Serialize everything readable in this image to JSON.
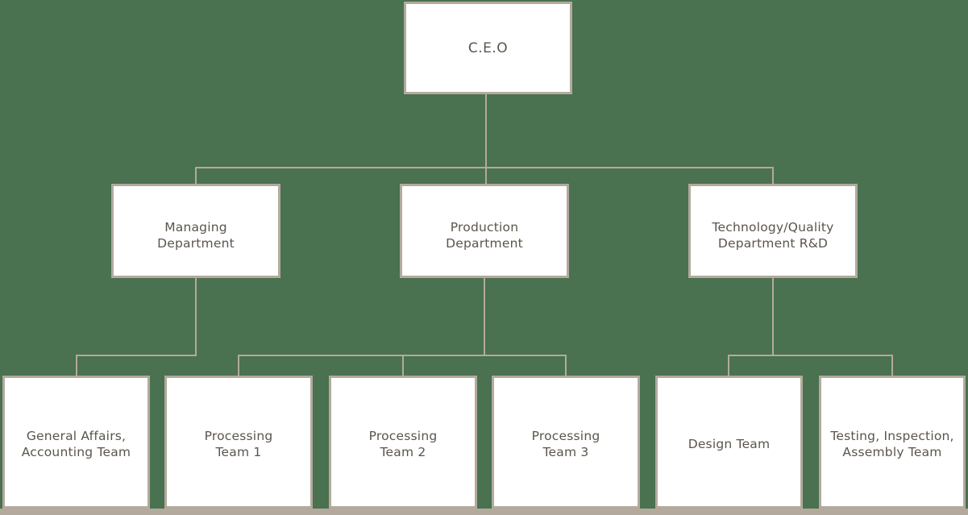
{
  "colors": {
    "background": "#4a7150",
    "line": "#b3aa9d",
    "box_fill": "#ffffff",
    "text": "#5b554b"
  },
  "org_chart": {
    "root": {
      "label": "C.E.O"
    },
    "departments": [
      {
        "label": "Managing\nDepartment",
        "teams": [
          {
            "label": "General Affairs,\nAccounting Team"
          }
        ]
      },
      {
        "label": "Production\nDepartment",
        "teams": [
          {
            "label": "Processing\nTeam 1"
          },
          {
            "label": "Processing\nTeam 2"
          },
          {
            "label": "Processing\nTeam 3"
          }
        ]
      },
      {
        "label": "Technology/Quality\nDepartment R&D",
        "teams": [
          {
            "label": "Design Team"
          },
          {
            "label": "Testing, Inspection,\nAssembly Team"
          }
        ]
      }
    ]
  }
}
